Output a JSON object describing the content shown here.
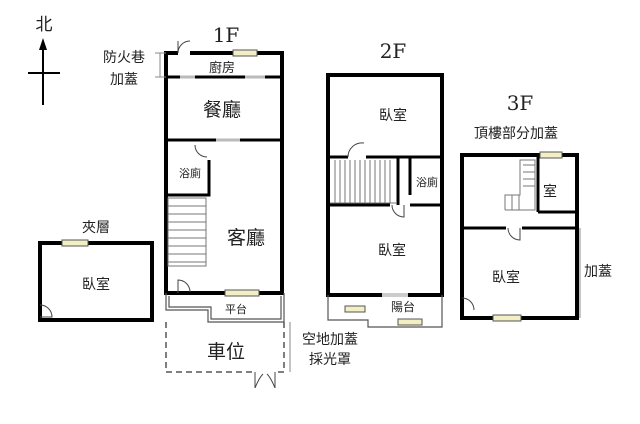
{
  "compass": {
    "north": "北"
  },
  "floor1": {
    "title": "1F",
    "fire_lane": "防火巷",
    "fire_lane_2": "加蓋",
    "kitchen": "廚房",
    "dining": "餐廳",
    "bath": "浴廁",
    "living": "客廳",
    "platform": "平台",
    "parking": "車位",
    "open_area": "空地加蓋",
    "skylight": "採光罩"
  },
  "mezzanine": {
    "title": "夾層",
    "bedroom": "臥室"
  },
  "floor2": {
    "title": "2F",
    "bedroom_top": "臥室",
    "bath": "浴廁",
    "bedroom_bottom": "臥室",
    "balcony": "陽台"
  },
  "floor3": {
    "title": "3F",
    "note": "頂樓部分加蓋",
    "room": "室",
    "bedroom": "臥室",
    "addition": "加蓋"
  }
}
